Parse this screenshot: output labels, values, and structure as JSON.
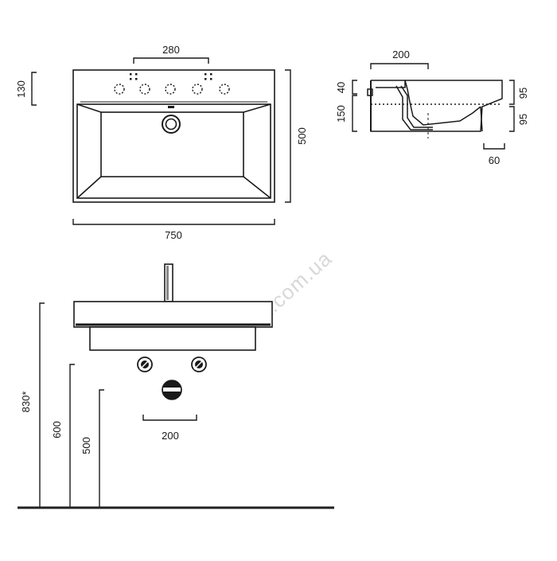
{
  "watermark": "itack.com.ua",
  "colors": {
    "line": "#1a1a1a",
    "ground": "#222222",
    "watermark": "#d8d8d8"
  },
  "top_view": {
    "tap_holes_spacing": "280",
    "back_ledge_depth": "130",
    "depth": "500",
    "width": "750"
  },
  "side_section": {
    "waste_offset": "200",
    "rim_thickness": "40",
    "bowl_depth": "150",
    "upper_height": "95",
    "lower_height": "95",
    "wall_return": "60"
  },
  "front_elevation": {
    "rim_height": "830*",
    "valve_height": "600",
    "waste_height": "500",
    "valve_spacing": "200"
  }
}
